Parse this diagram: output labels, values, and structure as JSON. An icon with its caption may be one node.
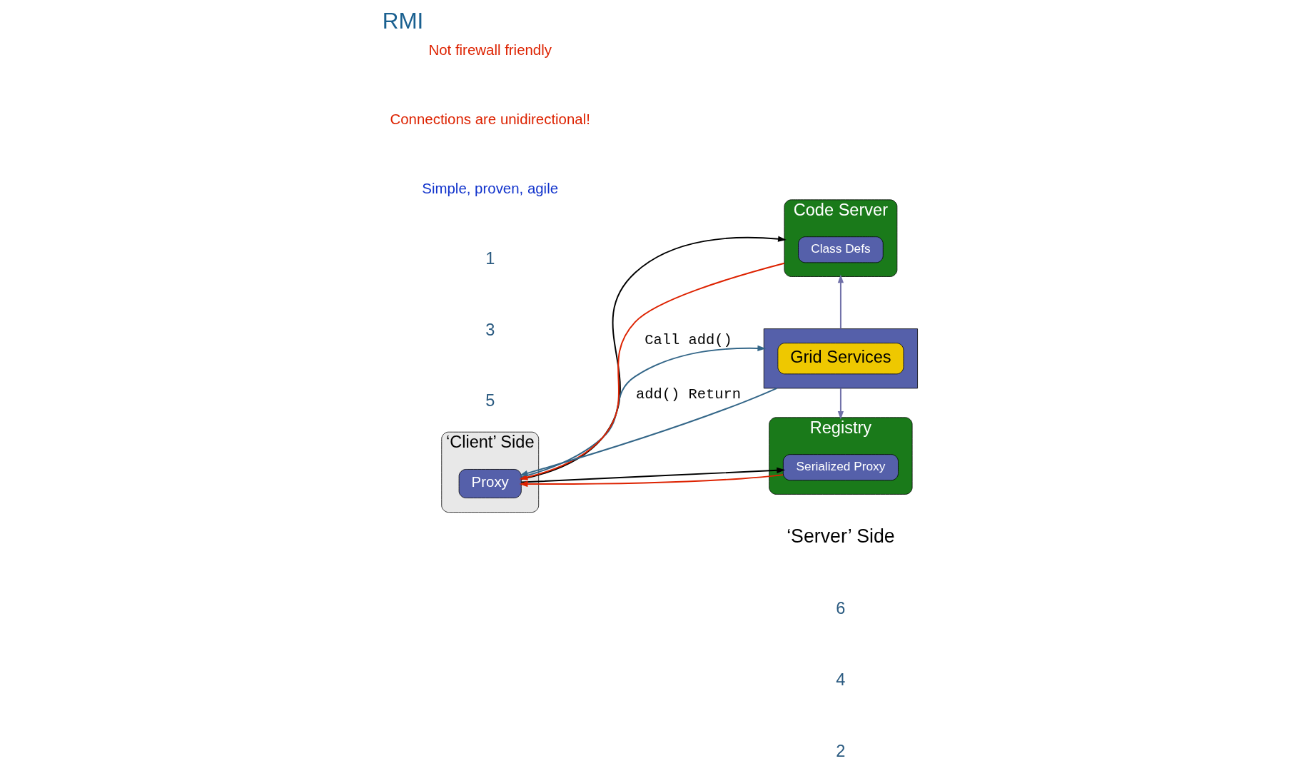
{
  "diagram": {
    "title": "RMI",
    "nodes": [
      {
        "text": [
          "‘Client’ Side"
        ]
      },
      {
        "text": [
          "Proxy"
        ],
        "in": 0
      },
      {
        "text": [
          "Code Server"
        ]
      },
      {
        "text": [
          "Class Defs"
        ],
        "in": 2
      },
      {
        "text": [],
        "shape": "box"
      },
      {
        "text": [
          "Grid Services"
        ],
        "in": 4
      },
      {
        "text": [
          "Registry"
        ]
      },
      {
        "text": [
          "Serialized Proxy"
        ],
        "in": 6
      }
    ],
    "edges": [
      {
        "from": 1,
        "to": 2,
        "arrow": "to"
      },
      {
        "from": 2,
        "to": 1,
        "arrow": "to",
        "color": "#dd2200"
      },
      {
        "from": 1,
        "to": 4,
        "arrow": "to",
        "label": "Call add()",
        "color": "#336688"
      },
      {
        "from": 4,
        "to": 1,
        "arrow": "to",
        "label": "add() Return",
        "color": "#336688"
      },
      {
        "from": 1,
        "to": 7,
        "arrow": "to"
      },
      {
        "from": 7,
        "to": 1,
        "arrow": "to",
        "color": "#dd2200"
      },
      {
        "from": 4,
        "to": 2,
        "arrow": "to",
        "color": "#7070a8"
      },
      {
        "from": 4,
        "to": 6,
        "arrow": "to",
        "color": "#7070a8"
      }
    ],
    "labels": [
      "‘Server’ Side",
      "6",
      "5",
      "3",
      "4",
      "1",
      "2",
      "Simple, proven, agile",
      "Connections are unidirectional!",
      "Not firewall friendly"
    ]
  }
}
